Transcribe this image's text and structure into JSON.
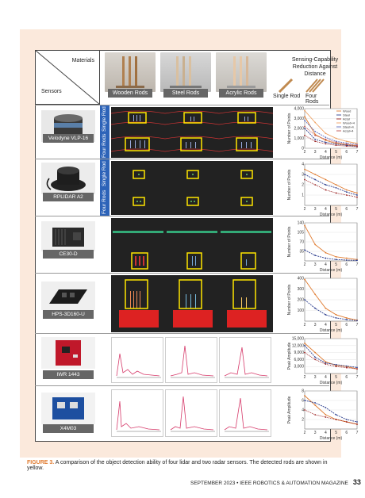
{
  "header": {
    "materials_label": "Materials",
    "sensors_label": "Sensors",
    "rod_types": [
      "Wooden Rods",
      "Steel Rods",
      "Acrylic Rods"
    ],
    "sensing_title": "Sensing-Capability Reduction Against Distance",
    "single_rod_label": "Single Rod",
    "four_rods_label": "Four Rods"
  },
  "sensors": [
    "Velodyne VLP-16",
    "RPLIDAR A2",
    "CE30-D",
    "HPS-3D160-U",
    "IWR 1443",
    "X4M03"
  ],
  "row_tabs": {
    "single": "Single Rod",
    "four": "Four Rods"
  },
  "plots": {
    "xlabel": "Distance (m)",
    "ylabel_points": "Number of Points",
    "ylabel_amp": "Peak Amplitude",
    "legend": [
      "Wood",
      "Steel",
      "Acryl",
      "Wood×4",
      "Steel×4",
      "Acryl×4"
    ],
    "colors": {
      "wood": "#e07a2e",
      "steel": "#2e3f8f",
      "acryl": "#9a2020",
      "sens": "#d63a6a"
    }
  },
  "chart_data": [
    {
      "type": "line",
      "ylabel": "Number of Points",
      "xlabel": "Distance (m)",
      "x": [
        2,
        3,
        4,
        5,
        6,
        7
      ],
      "ylim": [
        0,
        4000
      ],
      "yticks": [
        "0",
        "1,000",
        "2,000",
        "3,000",
        "4,000"
      ],
      "series": [
        {
          "name": "Wood",
          "values": [
            3200,
            1400,
            800,
            500,
            350,
            250
          ]
        },
        {
          "name": "Steel",
          "values": [
            2000,
            900,
            600,
            420,
            300,
            200
          ]
        },
        {
          "name": "Acryl",
          "values": [
            1300,
            700,
            450,
            300,
            220,
            150
          ]
        },
        {
          "name": "Wood×4",
          "values": [
            3800,
            2600,
            1500,
            1000,
            700,
            500
          ]
        },
        {
          "name": "Steel×4",
          "values": [
            2800,
            1700,
            1100,
            700,
            520,
            380
          ]
        },
        {
          "name": "Acryl×4",
          "values": [
            2200,
            1300,
            900,
            600,
            420,
            300
          ]
        }
      ]
    },
    {
      "type": "line",
      "ylabel": "Number of Points",
      "xlabel": "Distance (m)",
      "x": [
        2,
        3,
        4,
        5,
        6,
        7
      ],
      "ylim": [
        0,
        4
      ],
      "yticks": [
        "1",
        "2",
        "3",
        "4"
      ],
      "series": [
        {
          "name": "Wood",
          "values": [
            3.5,
            3,
            2.5,
            2,
            1.5,
            1.2
          ]
        },
        {
          "name": "Steel",
          "values": [
            3,
            2.5,
            2,
            1.7,
            1.3,
            1
          ]
        },
        {
          "name": "Acryl",
          "values": [
            2.5,
            2,
            1.5,
            1.2,
            1,
            0.8
          ]
        }
      ]
    },
    {
      "type": "line",
      "ylabel": "Number of Points",
      "xlabel": "Distance (m)",
      "x": [
        2,
        3,
        4,
        5,
        6,
        7
      ],
      "ylim": [
        0,
        140
      ],
      "yticks": [
        "35",
        "70",
        "105",
        "140"
      ],
      "series": [
        {
          "name": "Wood",
          "values": [
            130,
            60,
            30,
            15,
            10,
            5
          ]
        },
        {
          "name": "Steel",
          "values": [
            40,
            20,
            10,
            5,
            3,
            2
          ]
        }
      ]
    },
    {
      "type": "line",
      "ylabel": "Number of Points",
      "xlabel": "Distance (m)",
      "x": [
        2,
        3,
        4,
        5,
        6,
        7
      ],
      "ylim": [
        0,
        400
      ],
      "yticks": [
        "100",
        "200",
        "300",
        "400"
      ],
      "series": [
        {
          "name": "Wood",
          "values": [
            390,
            250,
            120,
            60,
            30,
            10
          ]
        },
        {
          "name": "Steel",
          "values": [
            200,
            120,
            60,
            30,
            15,
            5
          ]
        }
      ]
    },
    {
      "type": "line",
      "ylabel": "Peak Amplitude",
      "xlabel": "Distance (m)",
      "x": [
        2,
        3,
        4,
        5,
        6,
        7
      ],
      "ylim": [
        0,
        15000
      ],
      "yticks": [
        "3,000",
        "6,000",
        "9,000",
        "12,000",
        "15,000"
      ],
      "series": [
        {
          "name": "Wood",
          "values": [
            13000,
            9000,
            5000,
            3500,
            3000,
            2000
          ]
        },
        {
          "name": "Steel",
          "values": [
            12000,
            7000,
            4500,
            3800,
            3200,
            2600
          ]
        },
        {
          "name": "Acryl",
          "values": [
            9000,
            6000,
            4000,
            3000,
            2500,
            2000
          ]
        }
      ]
    },
    {
      "type": "line",
      "ylabel": "Peak Amplitude",
      "xlabel": "Distance (m)",
      "x": [
        2,
        3,
        4,
        5,
        6,
        7
      ],
      "ylim": [
        0,
        8
      ],
      "yticks": [
        "2",
        "4",
        "6",
        "8"
      ],
      "series": [
        {
          "name": "Wood",
          "values": [
            7,
            5,
            3,
            2,
            1.5,
            1
          ]
        },
        {
          "name": "Steel",
          "values": [
            6,
            5.5,
            4.5,
            3,
            2,
            1.5
          ]
        },
        {
          "name": "Acryl",
          "values": [
            4,
            3,
            2.5,
            2,
            1.5,
            1
          ]
        }
      ]
    }
  ],
  "caption": {
    "fig": "FIGURE 3.",
    "text": " A comparison of the object detection ability of four lidar and two radar sensors. The detected rods are shown in yellow."
  },
  "footer": {
    "issue": "SEPTEMBER 2023 • IEEE ROBOTICS & AUTOMATION MAGAZINE",
    "page": "33"
  }
}
